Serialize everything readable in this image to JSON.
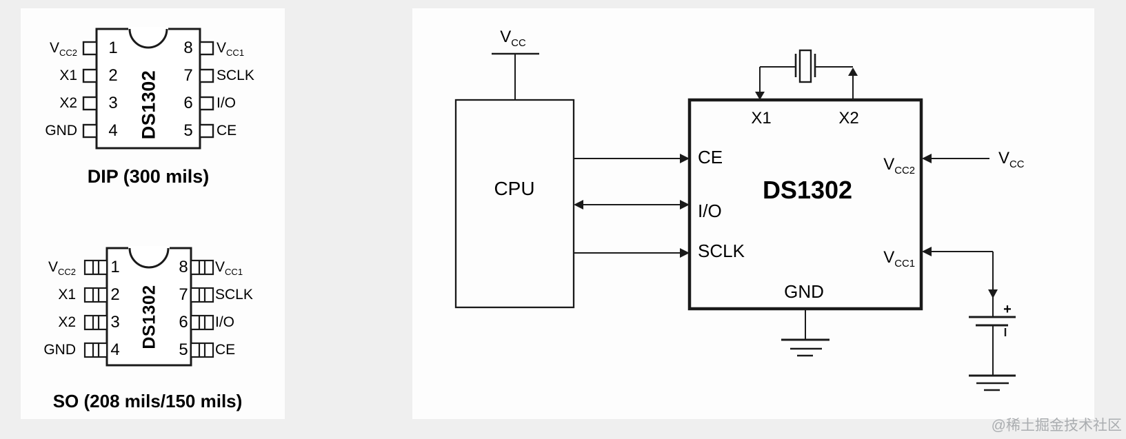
{
  "watermark": "@稀土掘金技术社区",
  "packages": {
    "dip": {
      "caption": "DIP (300 mils)",
      "chip_label": "DS1302",
      "rows": [
        {
          "left_label": "V",
          "left_sub": "CC2",
          "left_num": "1",
          "right_num": "8",
          "right_label": "V",
          "right_sub": "CC1"
        },
        {
          "left_label": "X1",
          "left_sub": "",
          "left_num": "2",
          "right_num": "7",
          "right_label": "SCLK",
          "right_sub": ""
        },
        {
          "left_label": "X2",
          "left_sub": "",
          "left_num": "3",
          "right_num": "6",
          "right_label": "I/O",
          "right_sub": ""
        },
        {
          "left_label": "GND",
          "left_sub": "",
          "left_num": "4",
          "right_num": "5",
          "right_label": "CE",
          "right_sub": ""
        }
      ]
    },
    "so": {
      "caption": "SO (208 mils/150 mils)",
      "chip_label": "DS1302",
      "rows": [
        {
          "left_label": "V",
          "left_sub": "CC2",
          "left_num": "1",
          "right_num": "8",
          "right_label": "V",
          "right_sub": "CC1"
        },
        {
          "left_label": "X1",
          "left_sub": "",
          "left_num": "2",
          "right_num": "7",
          "right_label": "SCLK",
          "right_sub": ""
        },
        {
          "left_label": "X2",
          "left_sub": "",
          "left_num": "3",
          "right_num": "6",
          "right_label": "I/O",
          "right_sub": ""
        },
        {
          "left_label": "GND",
          "left_sub": "",
          "left_num": "4",
          "right_num": "5",
          "right_label": "CE",
          "right_sub": ""
        }
      ]
    }
  },
  "circuit": {
    "cpu_label": "CPU",
    "chip_label": "DS1302",
    "vcc_cpu": {
      "base": "V",
      "sub": "CC"
    },
    "vcc_right": {
      "base": "V",
      "sub": "CC"
    },
    "pin_x1": "X1",
    "pin_x2": "X2",
    "pin_ce": "CE",
    "pin_io": "I/O",
    "pin_sclk": "SCLK",
    "pin_gnd": "GND",
    "pin_vcc2": {
      "base": "V",
      "sub": "CC2"
    },
    "pin_vcc1": {
      "base": "V",
      "sub": "CC1"
    },
    "battery_plus": "+"
  },
  "colors": {
    "line": "#1a1a1a",
    "panel": "#fdfdfd",
    "background": "#efefef"
  }
}
